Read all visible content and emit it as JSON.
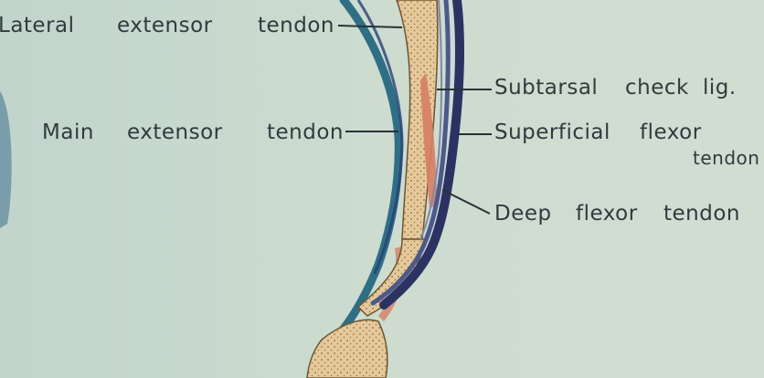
{
  "figure": {
    "labels": {
      "lateral_extensor_tendon": [
        "Lateral",
        "extensor",
        "tendon"
      ],
      "main_extensor_tendon": [
        "Main",
        "extensor",
        "tendon"
      ],
      "subtarsal_check_lig": [
        "Subtarsal",
        "check",
        "lig."
      ],
      "superficial_flexor_tendon": [
        "Superficial",
        "flexor",
        "tendon"
      ],
      "deep_flexor_tendon": [
        "Deep",
        "flexor",
        "tendon"
      ]
    },
    "colors": {
      "background": "#c9d8cf",
      "bone": "#e6c99a",
      "extensor_tendon": "#2f6f86",
      "flexor_tendon": "#2c3263",
      "check_ligament": "#d77e63",
      "text": "#2f3b3e"
    }
  }
}
